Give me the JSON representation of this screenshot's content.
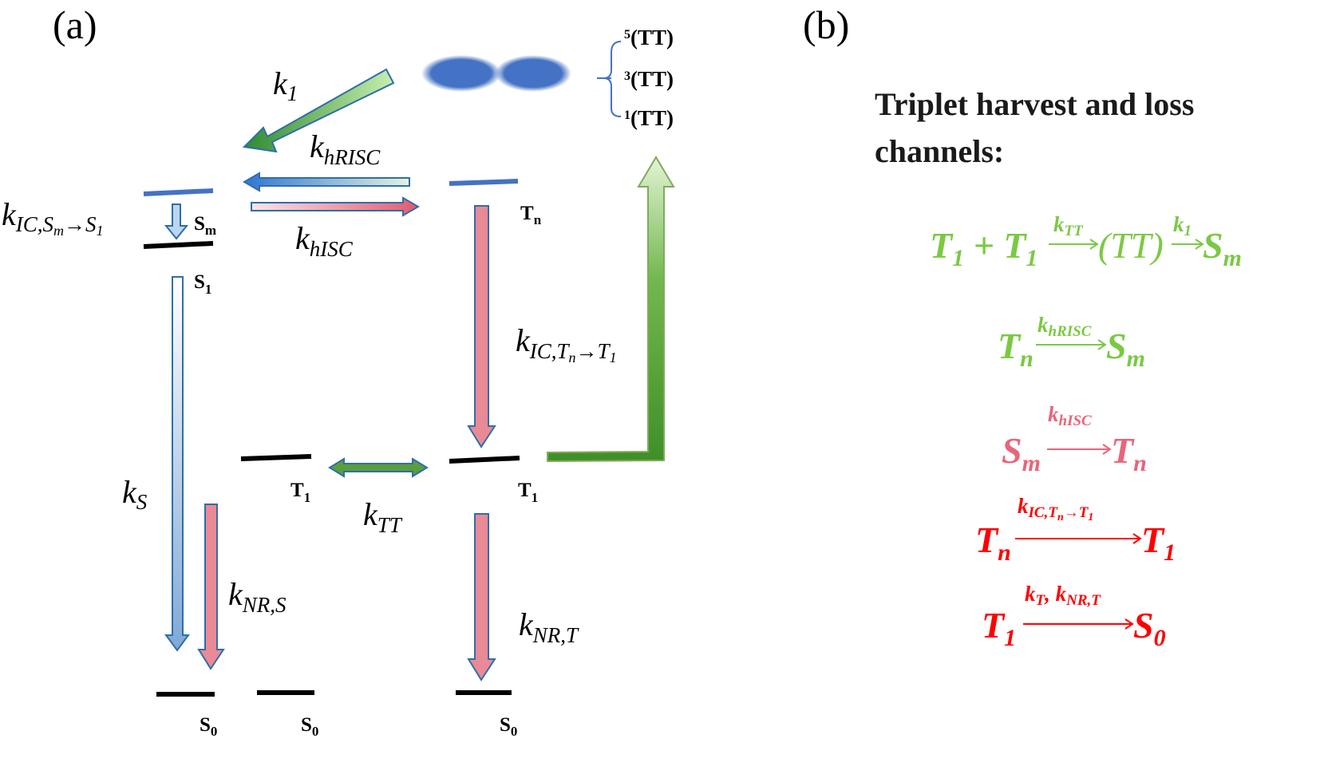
{
  "panels": {
    "a": "(a)",
    "b": "(b)"
  },
  "states": {
    "Sm": {
      "main": "S",
      "sub": "m"
    },
    "S1": {
      "main": "S",
      "sub": "1"
    },
    "Tn": {
      "main": "T",
      "sub": "n"
    },
    "T1_left": {
      "main": "T",
      "sub": "1"
    },
    "T1_right": {
      "main": "T",
      "sub": "1"
    },
    "S0_a": {
      "main": "S",
      "sub": "0"
    },
    "S0_b": {
      "main": "S",
      "sub": "0"
    },
    "S0_c": {
      "main": "S",
      "sub": "0"
    }
  },
  "pair_states": [
    {
      "sup": "5",
      "text": "(TT)"
    },
    {
      "sup": "3",
      "text": "(TT)"
    },
    {
      "sup": "1",
      "text": "(TT)"
    }
  ],
  "rates": {
    "k1": {
      "k": "k",
      "sub": "1"
    },
    "khRISC": {
      "k": "k",
      "sub": "hRISC"
    },
    "khISC": {
      "k": "k",
      "sub": "hISC"
    },
    "kIC_S": {
      "k": "k",
      "sub": "IC,S",
      "subsub": "m",
      "tail": "→S",
      "tailsub": "1"
    },
    "kIC_T": {
      "k": "k",
      "sub": "IC,T",
      "subsub": "n",
      "tail": "→T",
      "tailsub": "1"
    },
    "kS": {
      "k": "k",
      "sub": "S"
    },
    "kNRS": {
      "k": "k",
      "sub": "NR,S"
    },
    "kTT": {
      "k": "k",
      "sub": "TT"
    },
    "kNRT": {
      "k": "k",
      "sub": "NR,T"
    }
  },
  "panel_b": {
    "heading_line1": "Triplet harvest and loss",
    "heading_line2": "channels:",
    "equations": [
      {
        "lhs": "T",
        "lhs_sub": "1",
        "plus": " + T",
        "plus_sub": "1",
        "over1": "k",
        "over1_sub": "TT",
        "mid": "(TT)",
        "over2": "k",
        "over2_sub": "1",
        "rhs": "S",
        "rhs_sub": "m",
        "color": "#7ac943"
      },
      {
        "lhs": "T",
        "lhs_sub": "n",
        "over": "k",
        "over_sub": "hRISC",
        "rhs": "S",
        "rhs_sub": "m",
        "color": "#7ac943"
      },
      {
        "lhs": "S",
        "lhs_sub": "m",
        "over": "k",
        "over_sub": "hISC",
        "rhs": "T",
        "rhs_sub": "n",
        "color": "#e8657a"
      },
      {
        "lhs": "T",
        "lhs_sub": "n",
        "over": "k",
        "over_sub": "IC,T",
        "over_subsub": "n",
        "over_tail": "→T",
        "over_tailsub": "1",
        "rhs": "T",
        "rhs_sub": "1",
        "color": "#ff0000"
      },
      {
        "lhs": "T",
        "lhs_sub": "1",
        "over": "k",
        "over_sub": "T",
        "over_extra": ", k",
        "over_extra_sub": "NR,T",
        "rhs": "S",
        "rhs_sub": "0",
        "color": "#ff0000"
      }
    ]
  },
  "colors": {
    "level_black": "#000000",
    "level_blue": "#4472c4",
    "arrow_green": "#70ad47",
    "arrow_red": "#f08080",
    "arrow_blue": "#9dc3e6",
    "blob_blue": "#4472c4"
  }
}
